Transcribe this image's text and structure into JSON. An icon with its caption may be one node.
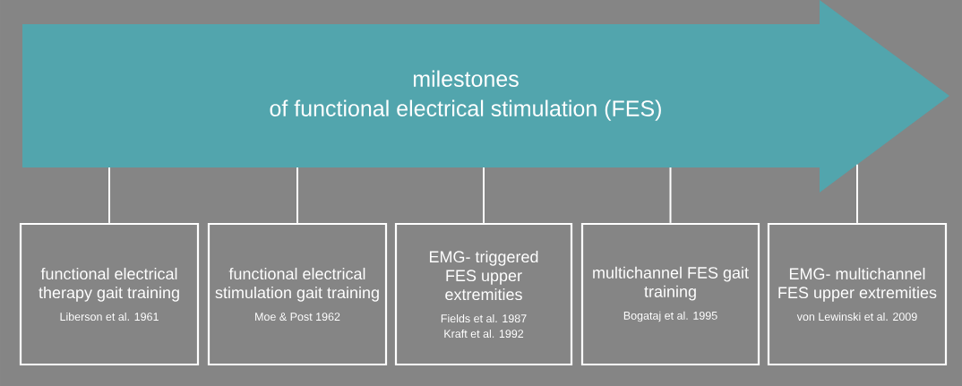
{
  "diagram": {
    "nodes": [
      {
        "text": [
          "milestones",
          "of functional electrical stimulation (FES)"
        ]
      },
      {
        "text": [
          "functional electrical therapy gait training",
          "Liberson et al. 1961"
        ]
      },
      {
        "text": [
          "functional electrical stimulation gait training",
          "Moe & Post 1962"
        ]
      },
      {
        "text": [
          "EMG- triggered FES upper extremities",
          "Fields et al. 1987",
          "Kraft et al. 1992"
        ]
      },
      {
        "text": [
          "multichannel FES gait training",
          "Bogataj et al. 1995"
        ]
      },
      {
        "text": [
          "EMG- multichannel FES upper extremities",
          "von Lewinski et al. 2009"
        ]
      }
    ],
    "edges": [
      {
        "from": 0,
        "to": 1,
        "arrow": "none"
      },
      {
        "from": 0,
        "to": 2,
        "arrow": "none"
      },
      {
        "from": 0,
        "to": 3,
        "arrow": "none"
      },
      {
        "from": 0,
        "to": 4,
        "arrow": "none"
      },
      {
        "from": 0,
        "to": 5,
        "arrow": "none"
      }
    ]
  }
}
